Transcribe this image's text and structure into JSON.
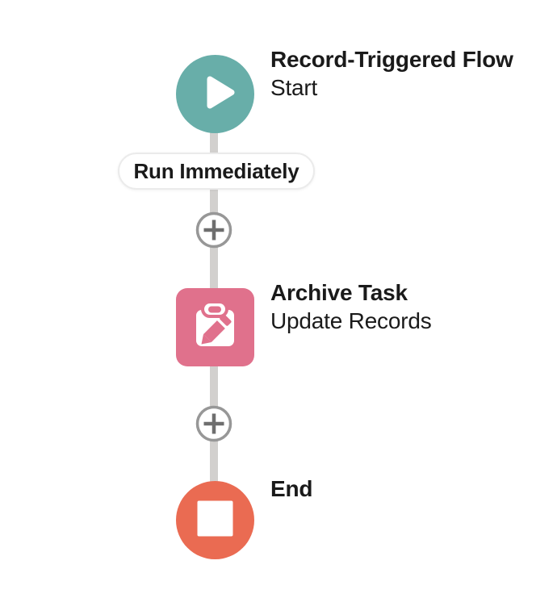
{
  "canvas": {
    "background": "#FFFFFF"
  },
  "nodes": {
    "start": {
      "title": "Record-Triggered Flow",
      "subtitle": "Start",
      "icon": "play-icon",
      "color": "#68AEA9"
    },
    "update": {
      "title": "Archive Task",
      "subtitle": "Update Records",
      "icon": "clipboard-pencil-icon",
      "color": "#E0718C"
    },
    "end": {
      "title": "End",
      "icon": "stop-icon",
      "color": "#EA6B52"
    }
  },
  "connector": {
    "label": "Run Immediately",
    "line_color": "#D2D0CE"
  },
  "add_buttons": {
    "icon": "plus-icon",
    "circle_border_color": "#979797",
    "glyph_color": "#6E6E6E"
  },
  "text_color": "#1A1A1A"
}
